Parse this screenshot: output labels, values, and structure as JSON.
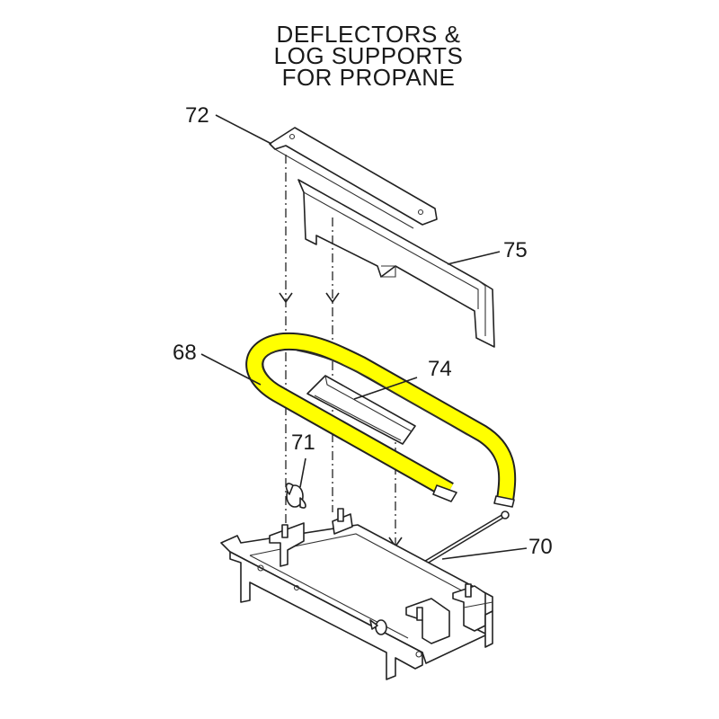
{
  "title": {
    "line1": "DEFLECTORS &",
    "line2": "LOG SUPPORTS",
    "line3": "FOR PROPANE"
  },
  "callouts": {
    "p72": "72",
    "p75": "75",
    "p68": "68",
    "p74": "74",
    "p71": "71",
    "p70": "70"
  },
  "colors": {
    "burner_highlight": "#ffff00",
    "linework": "#222222"
  }
}
